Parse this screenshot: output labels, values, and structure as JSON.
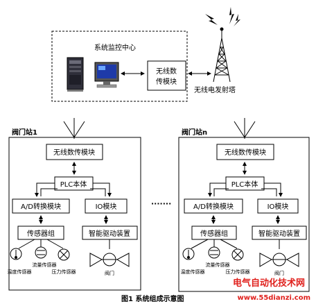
{
  "control_center": {
    "title": "系统监控中心",
    "wireless_module_line1": "无线数",
    "wireless_module_line2": "传模块",
    "tower_label": "无线电发射塔"
  },
  "stations": [
    {
      "title": "阀门站1",
      "wireless_module": "无线数传模块",
      "plc": "PLC本体",
      "ad_module": "A/D转换模块",
      "io_module": "IO模块",
      "sensor_group": "传感器组",
      "driver": "智能驱动装置",
      "flow_sensor": "流量传感器",
      "temp_sensor": "温度传感器",
      "pressure_sensor": "压力传感器",
      "valve": "阀门"
    },
    {
      "title": "阀门站n",
      "wireless_module": "无线数传模块",
      "plc": "PLC本体",
      "ad_module": "A/D转换模块",
      "io_module": "IO模块",
      "sensor_group": "传感器组",
      "driver": "智能驱动装置",
      "flow_sensor": "流量传感器",
      "temp_sensor": "温度传感器",
      "pressure_sensor": "压力传感器",
      "valve": "阀门"
    }
  ],
  "ellipsis": "·······",
  "caption": "图1 系统组成示意图",
  "watermark_cn": "电气自动化技术网",
  "watermark_url": "www.55dianzi.com",
  "colors": {
    "watermark_red": "#e0201c",
    "accent_blue": "#2c3c9c",
    "screen_blue": "#1e3aa8"
  }
}
